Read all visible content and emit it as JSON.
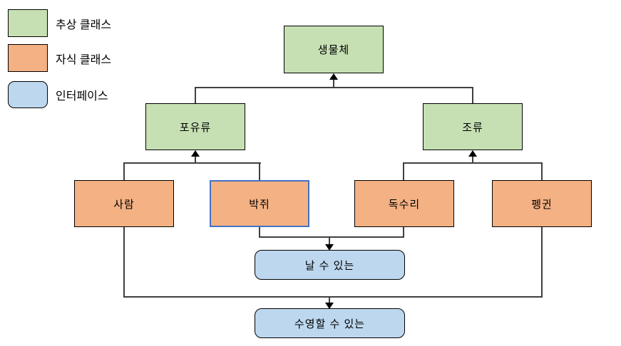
{
  "legend": {
    "items": [
      {
        "label": "추상 클래스",
        "shape": "rectangle",
        "color": "#C6E0B4"
      },
      {
        "label": "자식 클래스",
        "shape": "rectangle",
        "color": "#F4B183"
      },
      {
        "label": "인터페이스",
        "shape": "rounded-rectangle",
        "color": "#BDD7EE"
      }
    ]
  },
  "nodes": {
    "organism": {
      "label": "생물체",
      "type": "abstract"
    },
    "mammal": {
      "label": "포유류",
      "type": "abstract"
    },
    "bird": {
      "label": "조류",
      "type": "abstract"
    },
    "human": {
      "label": "사람",
      "type": "child"
    },
    "bat": {
      "label": "박쥐",
      "type": "child",
      "border_color": "#4472C4"
    },
    "eagle": {
      "label": "독수리",
      "type": "child"
    },
    "penguin": {
      "label": "펭귄",
      "type": "child"
    },
    "flyable": {
      "label": "날 수 있는",
      "type": "interface"
    },
    "swimmable": {
      "label": "수영할 수 있는",
      "type": "interface"
    }
  },
  "edges": [
    {
      "from": "포유류",
      "to": "생물체",
      "relation": "extends"
    },
    {
      "from": "조류",
      "to": "생물체",
      "relation": "extends"
    },
    {
      "from": "사람",
      "to": "포유류",
      "relation": "extends"
    },
    {
      "from": "박쥐",
      "to": "포유류",
      "relation": "extends"
    },
    {
      "from": "독수리",
      "to": "조류",
      "relation": "extends"
    },
    {
      "from": "펭귄",
      "to": "조류",
      "relation": "extends"
    },
    {
      "from": "박쥐",
      "to": "날 수 있는",
      "relation": "implements"
    },
    {
      "from": "독수리",
      "to": "날 수 있는",
      "relation": "implements"
    },
    {
      "from": "사람",
      "to": "수영할 수 있는",
      "relation": "implements"
    },
    {
      "from": "펭귄",
      "to": "수영할 수 있는",
      "relation": "implements"
    }
  ],
  "colors": {
    "abstract_fill": "#C6E0B4",
    "child_fill": "#F4B183",
    "interface_fill": "#BDD7EE",
    "highlight_border": "#4472C4",
    "node_border": "#000000",
    "connector_line": "#404040",
    "background": "#FFFFFF"
  }
}
